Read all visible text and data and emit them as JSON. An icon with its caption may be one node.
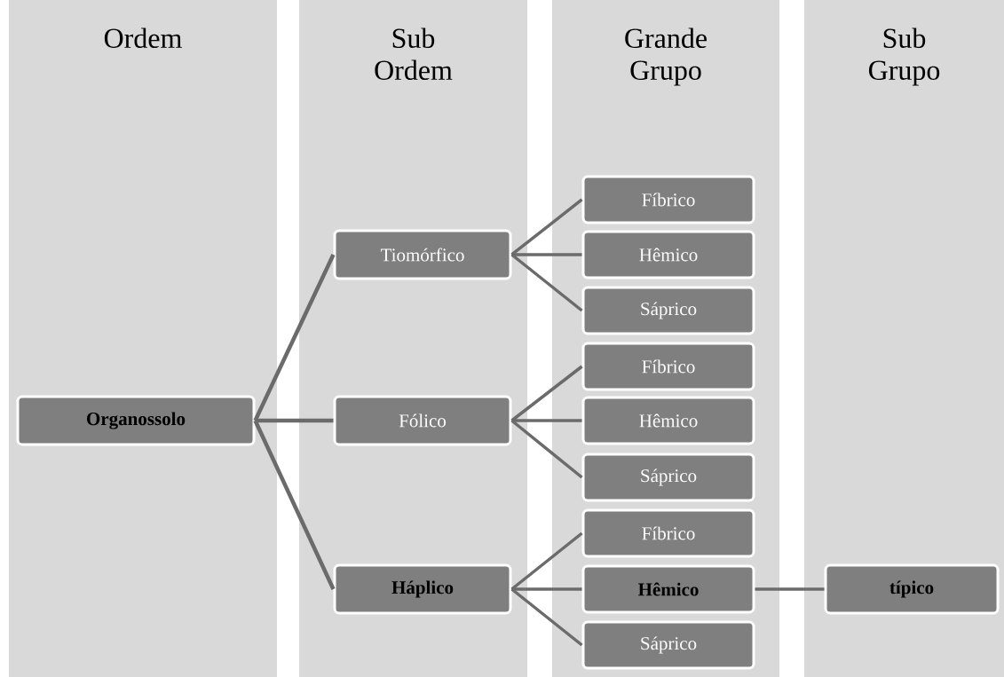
{
  "diagram": {
    "nodes": [
      {
        "text": [
          "Ordem"
        ]
      },
      {
        "text": [
          "Sub Ordem"
        ]
      },
      {
        "text": [
          "Grande Grupo"
        ]
      },
      {
        "text": [
          "Sub Grupo"
        ]
      },
      {
        "text": [
          "Organossolo"
        ],
        "in": 0
      },
      {
        "text": [
          "Tiomórfico"
        ],
        "in": 1
      },
      {
        "text": [
          "Fólico"
        ],
        "in": 1
      },
      {
        "text": [
          "Háplico"
        ],
        "in": 1
      },
      {
        "text": [
          "Fíbrico"
        ],
        "in": 2
      },
      {
        "text": [
          "Hêmico"
        ],
        "in": 2
      },
      {
        "text": [
          "Sáprico"
        ],
        "in": 2
      },
      {
        "text": [
          "Fíbrico"
        ],
        "in": 2
      },
      {
        "text": [
          "Hêmico"
        ],
        "in": 2
      },
      {
        "text": [
          "Sáprico"
        ],
        "in": 2
      },
      {
        "text": [
          "Fíbrico"
        ],
        "in": 2
      },
      {
        "text": [
          "Hêmico"
        ],
        "in": 2
      },
      {
        "text": [
          "Sáprico"
        ],
        "in": 2
      },
      {
        "text": [
          "típico"
        ],
        "in": 3
      }
    ],
    "edges": [
      {
        "from": 4,
        "to": 5,
        "arrow": "none"
      },
      {
        "from": 4,
        "to": 6,
        "arrow": "none"
      },
      {
        "from": 4,
        "to": 7,
        "arrow": "none"
      },
      {
        "from": 5,
        "to": 8,
        "arrow": "none"
      },
      {
        "from": 5,
        "to": 9,
        "arrow": "none"
      },
      {
        "from": 5,
        "to": 10,
        "arrow": "none"
      },
      {
        "from": 6,
        "to": 11,
        "arrow": "none"
      },
      {
        "from": 6,
        "to": 12,
        "arrow": "none"
      },
      {
        "from": 6,
        "to": 13,
        "arrow": "none"
      },
      {
        "from": 7,
        "to": 14,
        "arrow": "none"
      },
      {
        "from": 7,
        "to": 15,
        "arrow": "none"
      },
      {
        "from": 7,
        "to": 16,
        "arrow": "none"
      },
      {
        "from": 15,
        "to": 17,
        "arrow": "none"
      }
    ]
  }
}
